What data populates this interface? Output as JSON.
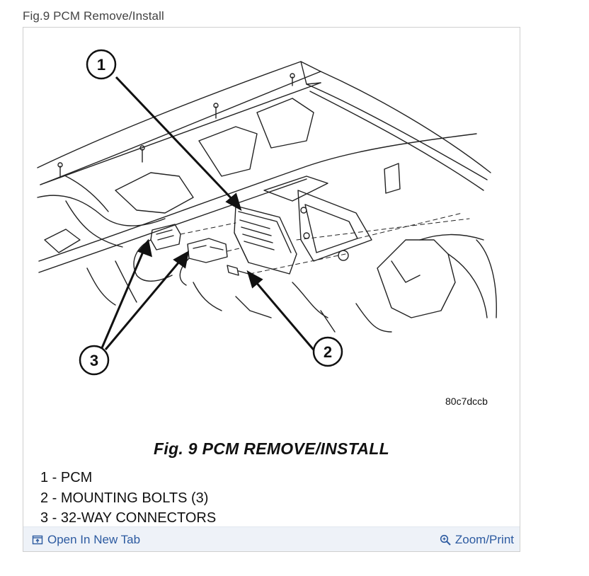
{
  "page": {
    "title": "Fig.9 PCM Remove/Install"
  },
  "figure": {
    "image_code": "80c7dccb",
    "caption": "Fig. 9 PCM REMOVE/INSTALL",
    "callouts": [
      "1",
      "2",
      "3"
    ],
    "legend": [
      "1 - PCM",
      "2 - MOUNTING BOLTS (3)",
      "3 - 32-WAY CONNECTORS"
    ]
  },
  "toolbar": {
    "open_new_tab": "Open In New Tab",
    "zoom_print": "Zoom/Print",
    "open_icon": "open-external-icon",
    "zoom_icon": "magnifier-icon"
  },
  "colors": {
    "link": "#2c5aa0",
    "toolbar_bg": "#eef2f8",
    "frame_border": "#cfcfcf"
  }
}
